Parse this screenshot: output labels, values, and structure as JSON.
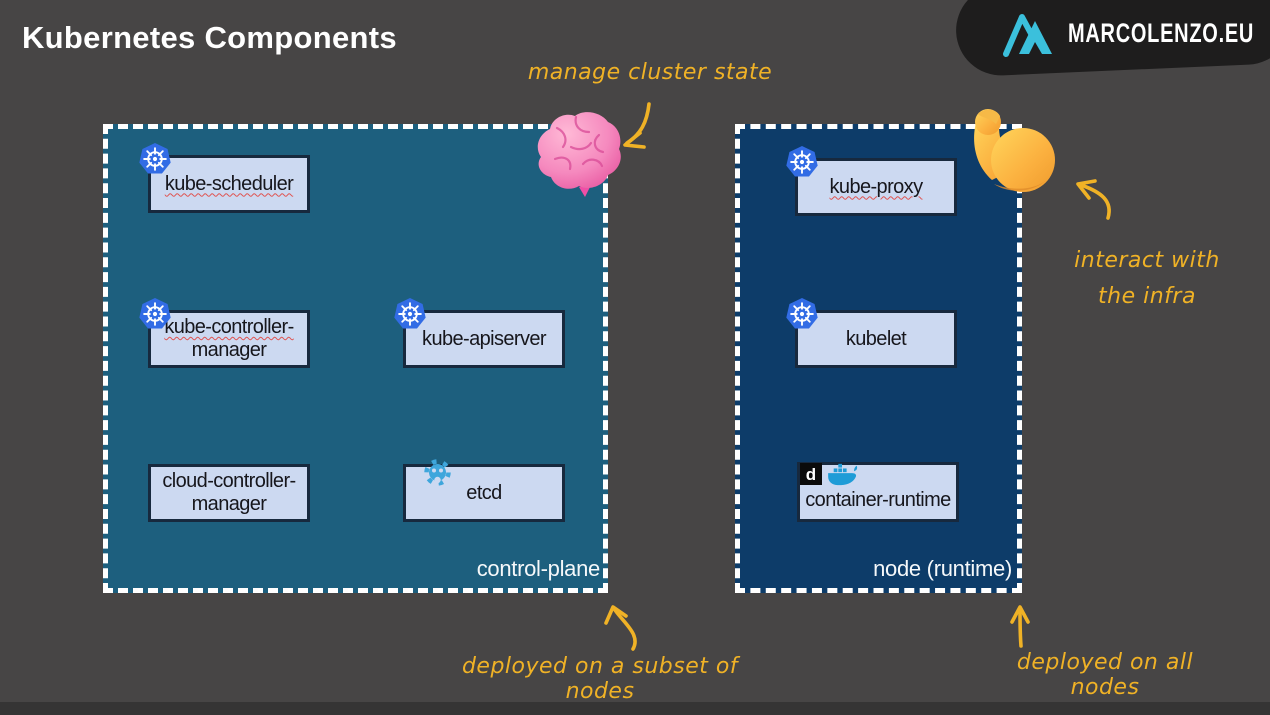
{
  "title": "Kubernetes Components",
  "logo": {
    "text": "MARCOLENZO.EU",
    "icon": "mountain-m-logo",
    "accent_color": "#3BC0DC"
  },
  "control_plane": {
    "label": "control-plane",
    "bg_color": "#1d5f7e",
    "components": [
      {
        "line1": "kube-scheduler",
        "icon": "kubernetes-icon",
        "misspelled": true
      },
      {
        "line1": "kube-controller-",
        "line2": "manager",
        "icon": "kubernetes-icon",
        "misspelled": true
      },
      {
        "line1": "cloud-controller-",
        "line2": "manager"
      },
      {
        "line1": "kube-apiserver",
        "icon": "kubernetes-icon"
      },
      {
        "line1": "etcd",
        "icon": "etcd-gear-icon"
      }
    ]
  },
  "node": {
    "label": "node (runtime)",
    "bg_color": "#0d3c69",
    "components": [
      {
        "line1": "kube-proxy",
        "icon": "kubernetes-icon",
        "misspelled": true
      },
      {
        "line1": "kubelet",
        "icon": "kubernetes-icon"
      },
      {
        "line1": "container-runtime",
        "icons": [
          "docker-d-icon",
          "docker-whale-icon"
        ]
      }
    ]
  },
  "annotations": {
    "manage": "manage cluster state",
    "interact_line1": "interact with",
    "interact_line2": "the infra",
    "subset": "deployed on a subset of nodes",
    "all_nodes": "deployed on all nodes",
    "color": "#F0B226"
  },
  "icons": {
    "docker_d_letter": "d",
    "brain": "brain-emoji",
    "bicep": "flexed-biceps-emoji"
  },
  "colors": {
    "background": "#474545",
    "component_bg": "#ccd9f1",
    "component_border": "#17293e",
    "kubernetes_blue": "#326CE5",
    "etcd_blue": "#3EA6DC",
    "docker_blue": "#1E9CD7",
    "brain_pink": "#F27EB8",
    "squiggle_red": "#e0524f"
  }
}
